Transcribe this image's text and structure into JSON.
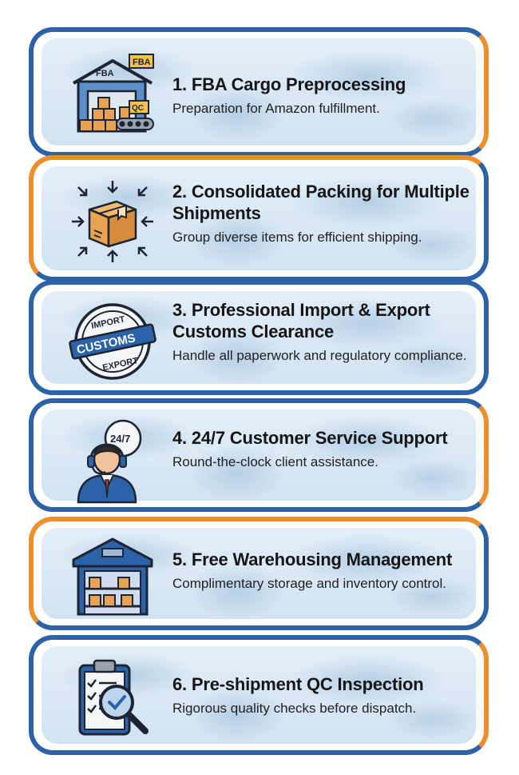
{
  "services": [
    {
      "title": "1. FBA Cargo Preprocessing",
      "description": "Preparation for Amazon fulfillment.",
      "icon": "fba-warehouse-icon",
      "icon_labels": [
        "FBA",
        "FBA",
        "QC"
      ]
    },
    {
      "title": "2. Consolidated Packing for Multiple Shipments",
      "description": "Group diverse items for efficient shipping.",
      "icon": "package-box-icon"
    },
    {
      "title": "3. Professional Import & Export Customs Clearance",
      "description": "Handle all paperwork and regulatory compliance.",
      "icon": "customs-stamp-icon",
      "icon_labels": [
        "IMPORT",
        "CUSTOMS",
        "EXPORT"
      ]
    },
    {
      "title": "4. 24/7 Customer Service Support",
      "description": "Round-the-clock client assistance.",
      "icon": "customer-support-agent-icon",
      "icon_labels": [
        "24/7"
      ]
    },
    {
      "title": "5. Free Warehousing Management",
      "description": "Complimentary storage and inventory control.",
      "icon": "warehouse-shelves-icon"
    },
    {
      "title": "6. Pre-shipment QC Inspection",
      "description": "Rigorous quality checks before dispatch.",
      "icon": "clipboard-inspection-icon"
    }
  ],
  "colors": {
    "blue": "#2b62a8",
    "orange": "#ec8f2c",
    "panel": "#d9e8f5"
  }
}
